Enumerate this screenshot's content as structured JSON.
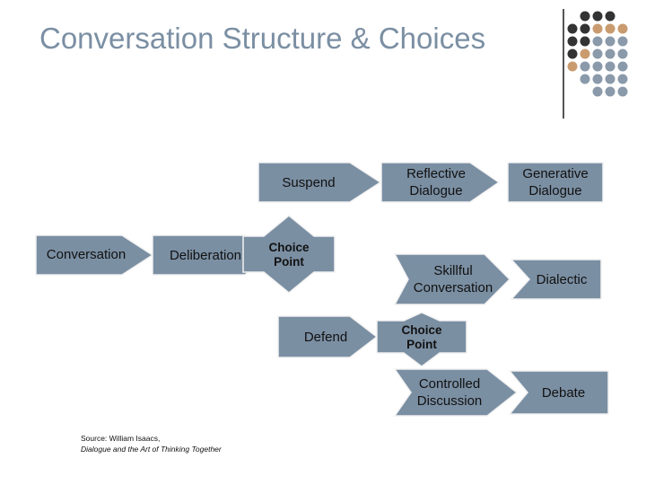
{
  "title": "Conversation Structure & Choices",
  "colors": {
    "shape_fill": "#7b8fa3",
    "shape_stroke": "#f2f2f2",
    "title": "#7b8fa3",
    "dot_dark": "#333333",
    "dot_orange": "#c99b6f",
    "dot_gray": "#8a9aaa"
  },
  "nodes": {
    "conversation": "Conversation",
    "deliberation": "Deliberation",
    "suspend": "Suspend",
    "defend": "Defend",
    "choice_point_1": "Choice Point",
    "choice_point_2": "Choice Point",
    "reflective_dialogue": "Reflective Dialogue",
    "generative_dialogue": "Generative Dialogue",
    "skillful_conversation": "Skillful Conversation",
    "dialectic": "Dialectic",
    "controlled_discussion": "Controlled Discussion",
    "debate": "Debate"
  },
  "source": {
    "line1": "Source: William Isaacs,",
    "line2": "Dialogue and the Art of Thinking Together"
  }
}
